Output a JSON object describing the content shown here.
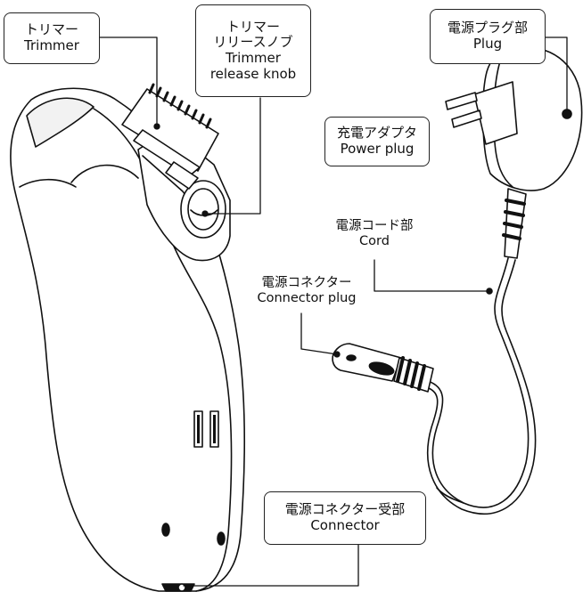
{
  "labels": {
    "trimmer": {
      "jp": "トリマー",
      "en": "Trimmer"
    },
    "trimmer_release_knob": {
      "jp": "トリマー\nリリースノブ",
      "jp_line1": "トリマー",
      "jp_line2": "リリースノブ",
      "en_line1": "Trimmer",
      "en_line2": "release knob"
    },
    "plug": {
      "jp": "電源プラグ部",
      "en": "Plug"
    },
    "power_plug": {
      "jp": "充電アダプタ",
      "en": "Power plug"
    },
    "cord": {
      "jp": "電源コード部",
      "en": "Cord"
    },
    "connector_plug": {
      "jp": "電源コネクター",
      "en": "Connector plug"
    },
    "connector": {
      "jp": "電源コネクター受部",
      "en": "Connector"
    }
  }
}
